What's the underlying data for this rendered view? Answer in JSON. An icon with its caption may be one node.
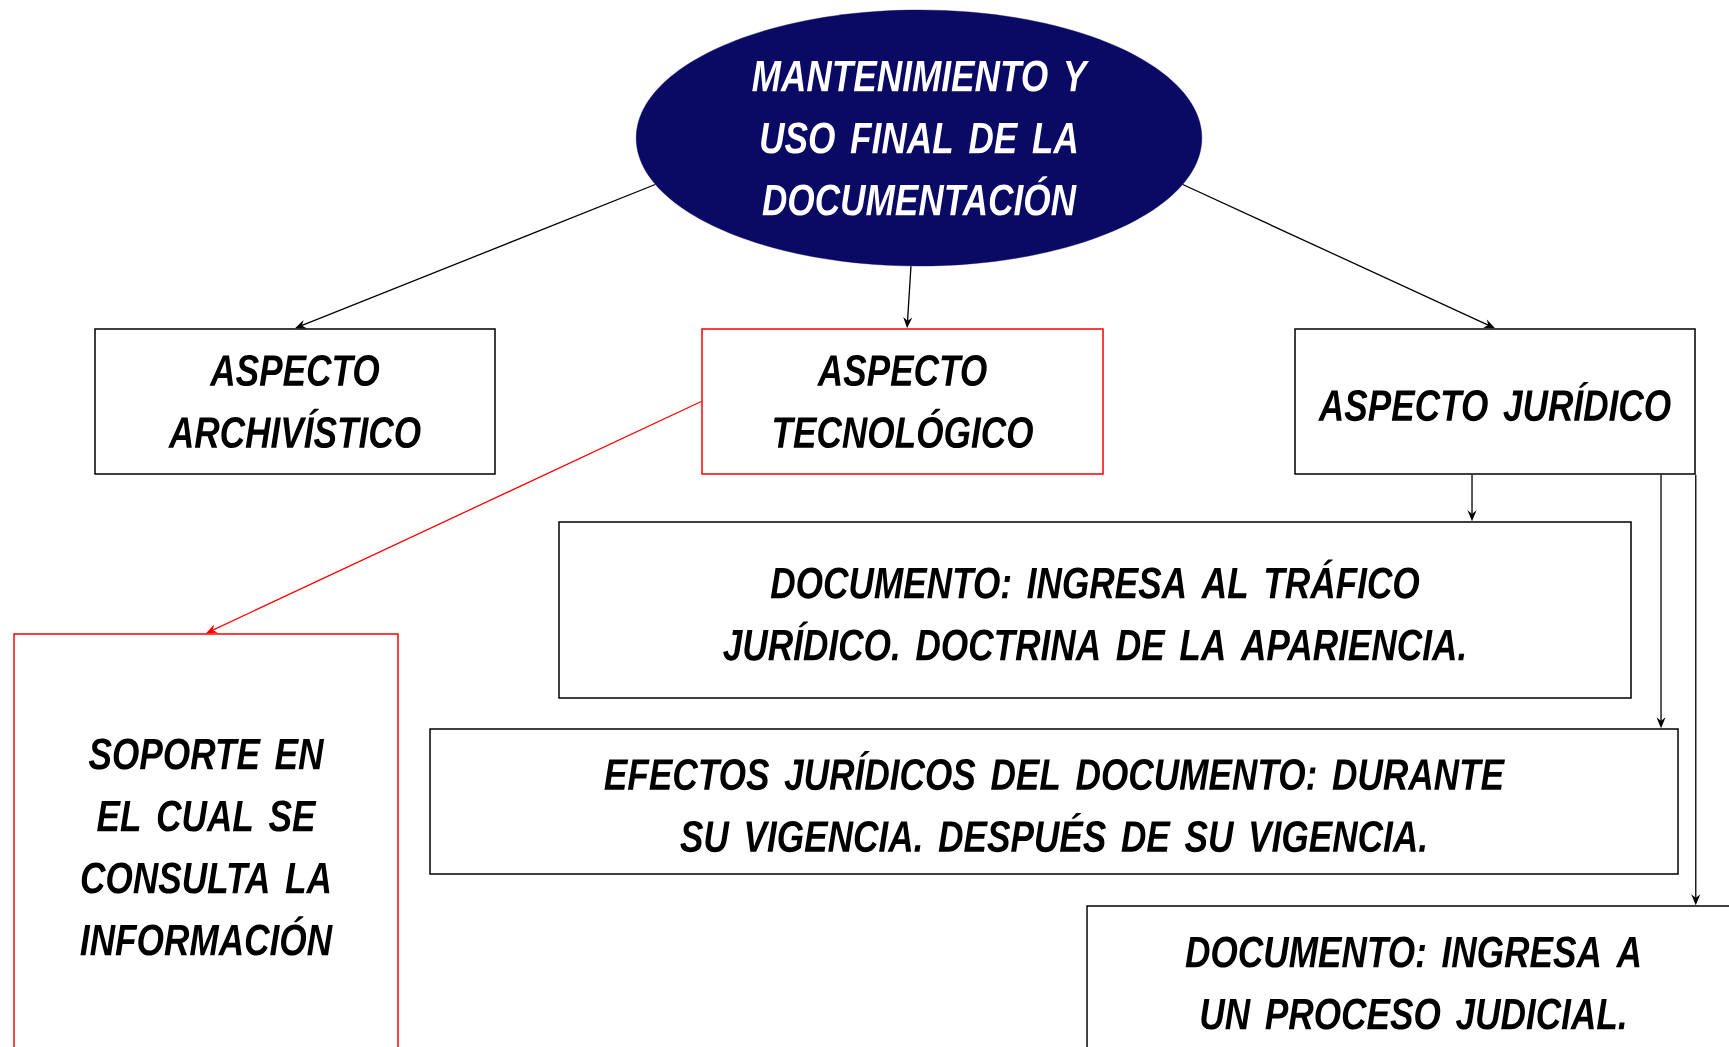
{
  "diagram": {
    "nodes": [
      {
        "text": [
          "MANTENIMIENTO Y USO FINAL DE LA DOCUMENTACIÓN"
        ]
      },
      {
        "text": [
          "ASPECTO ARCHIVÍSTICO"
        ]
      },
      {
        "text": [
          "ASPECTO TECNOLÓGICO"
        ]
      },
      {
        "text": [
          "ASPECTO JURÍDICO"
        ]
      },
      {
        "text": [
          "DOCUMENTO: INGRESA AL TRÁFICO JURÍDICO. DOCTRINA DE LA APARIENCIA."
        ]
      },
      {
        "text": [
          "EFECTOS JURÍDICOS DEL DOCUMENTO: DURANTE SU VIGENCIA. DESPUÉS DE SU VIGENCIA."
        ]
      },
      {
        "text": [
          "SOPORTE EN EL CUAL SE CONSULTA LA INFORMACIÓN"
        ]
      },
      {
        "text": [
          "DOCUMENTO: INGRESA A UN PROCESO JUDICIAL."
        ]
      }
    ],
    "edges": [
      {
        "from": 0,
        "to": 1,
        "arrow": "to"
      },
      {
        "from": 0,
        "to": 2,
        "arrow": "to"
      },
      {
        "from": 0,
        "to": 3,
        "arrow": "to"
      },
      {
        "from": 2,
        "to": 6,
        "arrow": "to",
        "color": "#ff0000"
      },
      {
        "from": 3,
        "to": 4,
        "arrow": "to"
      },
      {
        "from": 3,
        "to": 5,
        "arrow": "to"
      },
      {
        "from": 3,
        "to": 7,
        "arrow": "to"
      }
    ]
  }
}
